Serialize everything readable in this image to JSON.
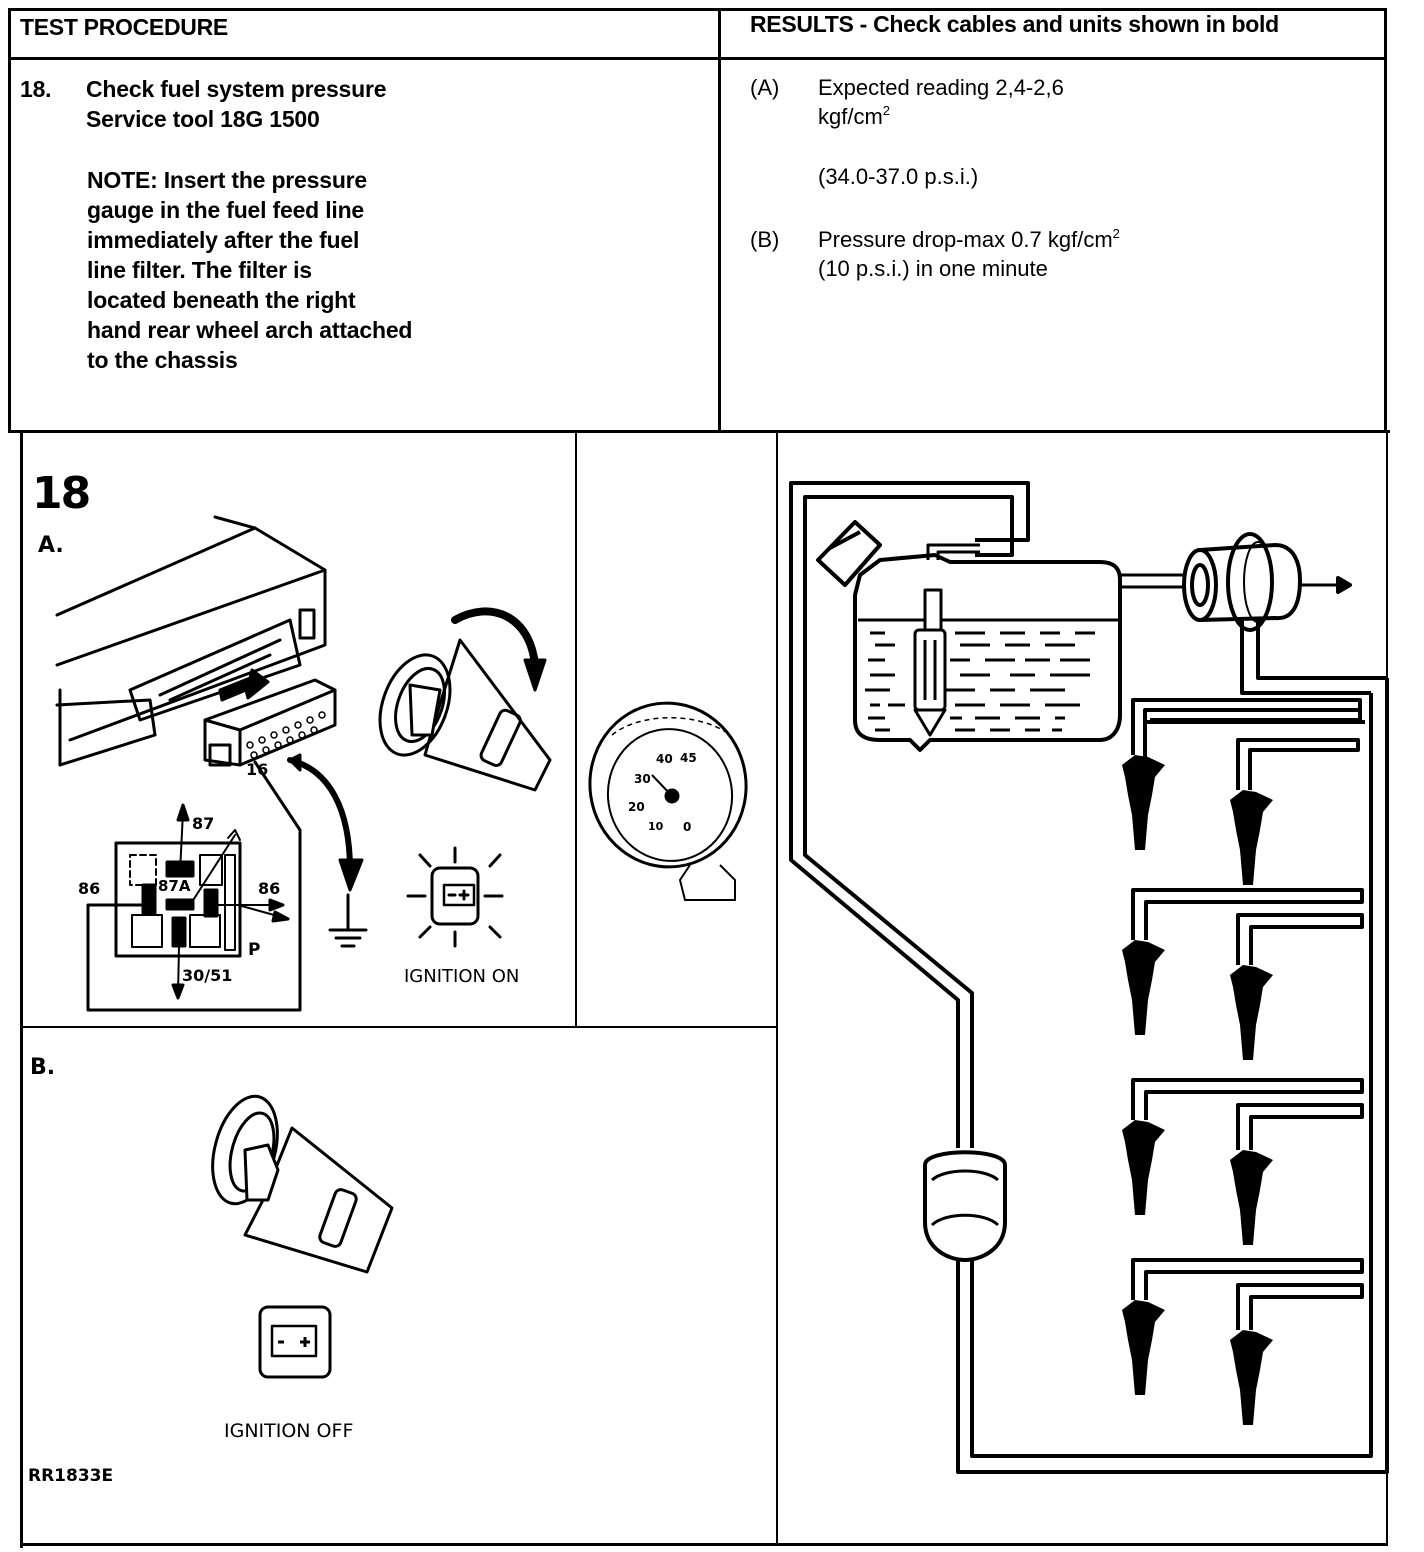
{
  "table": {
    "headers": {
      "procedure": "TEST PROCEDURE",
      "results": "RESULTS - Check cables and units shown in bold"
    },
    "step": {
      "number": "18.",
      "title_lines": [
        "Check fuel system pressure",
        "Service tool 18G 1500"
      ],
      "note_lines": [
        "NOTE: Insert the pressure",
        "gauge in the fuel feed line",
        "immediately after the fuel",
        "line filter. The filter is",
        "located beneath the right",
        "hand rear wheel arch attached",
        "to the chassis"
      ]
    },
    "results": [
      {
        "marker": "(A)",
        "line1": "Expected reading 2,4-2,6",
        "unit": "kgf/cm",
        "unit_sup": "2",
        "line3": "(34.0-37.0 p.s.i.)"
      },
      {
        "marker": "(B)",
        "line1": "Pressure drop-max 0.7 kgf/cm",
        "line1_sup": "2",
        "line2": "(10 p.s.i.) in one minute"
      }
    ]
  },
  "figure": {
    "number": "18",
    "panel_a_label": "A.",
    "panel_b_label": "B.",
    "connector_pin": "16",
    "relay_labels": {
      "t87": "87",
      "t87a": "87A",
      "t86_left": "86",
      "t86_right": "86",
      "t30_51": "30/51",
      "p": "P"
    },
    "gauge_scale": [
      "0",
      "10",
      "20",
      "30",
      "40",
      "45"
    ],
    "ignition_on_label": "IGNITION ON",
    "ignition_off_label": "IGNITION OFF",
    "figure_ref": "RR1833E"
  }
}
